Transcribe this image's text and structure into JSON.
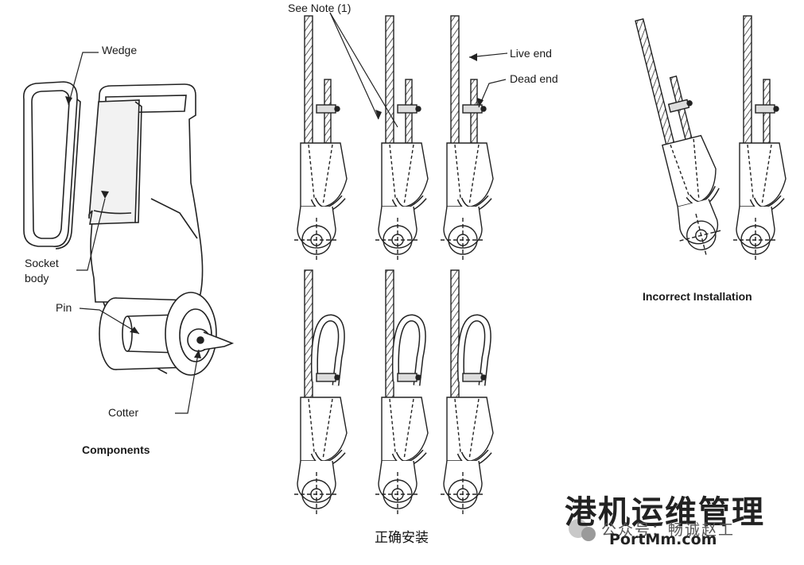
{
  "components": {
    "labels": {
      "wedge": "Wedge",
      "socket_body": "Socket\nbody",
      "pin": "Pin",
      "cotter": "Cotter"
    },
    "caption": "Components"
  },
  "correct": {
    "see_note": "See Note (1)",
    "live_end": "Live end",
    "dead_end": "Dead end",
    "caption": "正确安装"
  },
  "incorrect": {
    "caption": "Incorrect Installation"
  },
  "watermark": {
    "title": "港机运维管理",
    "sub": "公众号：畅诚赵工",
    "url": "PortMm.com"
  }
}
